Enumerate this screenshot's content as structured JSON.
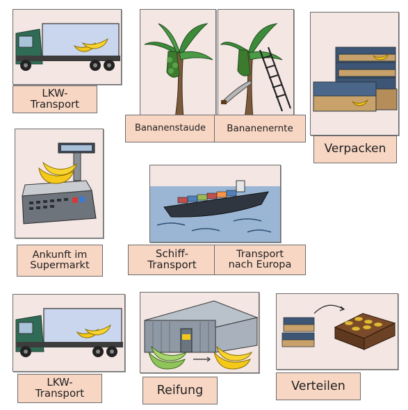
{
  "cards": {
    "truck_1": "LKW-\nTransport",
    "staude": "Bananenstaude",
    "ernte": "Bananenernte",
    "verpacken": "Verpacken",
    "supermarkt": "Ankunft im\nSupermarkt",
    "schiff": "Schiff-\nTransport",
    "europa": "Transport\nnach Europa",
    "truck_2": "LKW-\nTransport",
    "reifung": "Reifung",
    "verteilen": "Verteilen"
  },
  "colors": {
    "card_bg": "#f3e6e3",
    "label_bg": "#f8d6c4",
    "truck_green": "#2f6b55",
    "banana_yellow": "#f4c91a",
    "water_blue": "#9ab6d4"
  },
  "icons": [
    "truck-icon",
    "banana-tree-icon",
    "ladder-icon",
    "machete-icon",
    "banana-boxes-icon",
    "scale-icon",
    "container-ship-icon",
    "warehouse-icon",
    "green-bananas-icon",
    "ripe-bananas-icon",
    "display-crate-icon"
  ]
}
